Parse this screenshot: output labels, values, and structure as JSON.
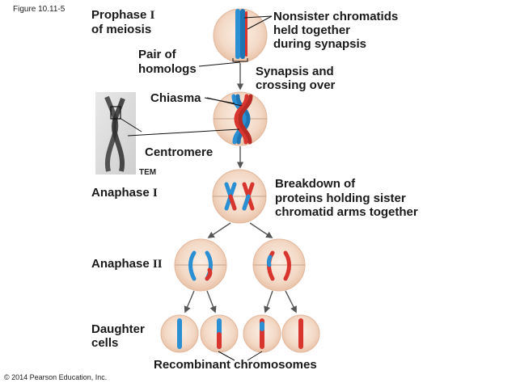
{
  "figure_label": "Figure 10.11-5",
  "copyright": "© 2014 Pearson Education, Inc.",
  "stages": {
    "prophase_a": "Prophase",
    "prophase_num": "I",
    "prophase_b": "of meiosis",
    "anaphase1": "Anaphase",
    "anaphase1_num": "I",
    "anaphase2": "Anaphase",
    "anaphase2_num": "II",
    "daughter_a": "Daughter",
    "daughter_b": "cells"
  },
  "labels": {
    "nonsister_1": "Nonsister chromatids",
    "nonsister_2": "held together",
    "nonsister_3": "during synapsis",
    "pair_1": "Pair of",
    "pair_2": "homologs",
    "synapsis_1": "Synapsis and",
    "synapsis_2": "crossing over",
    "chiasma": "Chiasma",
    "centromere": "Centromere",
    "tem": "TEM",
    "breakdown_1": "Breakdown of",
    "breakdown_2": "proteins holding sister",
    "breakdown_3": "chromatid arms together",
    "recombinant": "Recombinant chromosomes"
  },
  "colors": {
    "cell_fill": "#f3d9c6",
    "cell_edge": "#e2b89c",
    "blue": "#2b8fd4",
    "red": "#d8352e",
    "arrow": "#555555"
  }
}
